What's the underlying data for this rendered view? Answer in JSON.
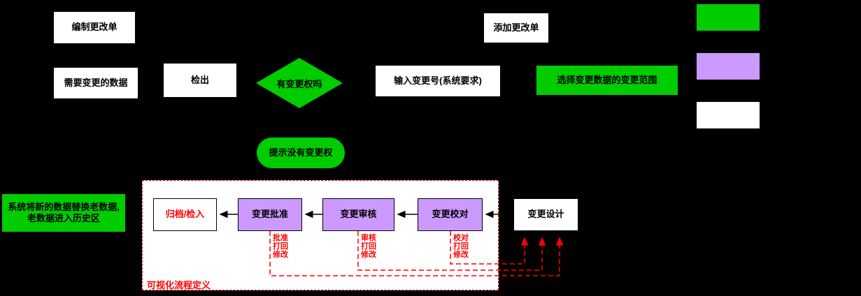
{
  "colors": {
    "background": "#000000",
    "green": "#00cc00",
    "purple": "#cc99ff",
    "red": "#ff0000",
    "white": "#ffffff"
  },
  "nodes": {
    "create_order": "编制更改单",
    "add_order": "添加更改单",
    "data_to_change": "需要变更的数据",
    "checkout": "检出",
    "has_permission": "有变更权吗",
    "enter_change_number": "输入变更号(系统要求)",
    "select_scope": "选择变更数据的变更范围",
    "no_permission_prompt": "提示没有变更权",
    "replace_note": "系统将新的数据替换老数据,老数据进入历史区",
    "archive_checkin": "归档/检入",
    "change_approve": "变更批准",
    "change_review": "变更审核",
    "change_proofread": "变更校对",
    "change_design": "变更设计"
  },
  "process_box_label": "可视化流程定义",
  "actions": [
    {
      "name": "approve",
      "lines": [
        "批准",
        "打回",
        "修改"
      ]
    },
    {
      "name": "review",
      "lines": [
        "审核",
        "打回",
        "修改"
      ]
    },
    {
      "name": "proofread",
      "lines": [
        "校对",
        "打回",
        "修改"
      ]
    }
  ],
  "legend": {
    "swatches": [
      "#00cc00",
      "#cc99ff",
      "#ffffff"
    ]
  }
}
